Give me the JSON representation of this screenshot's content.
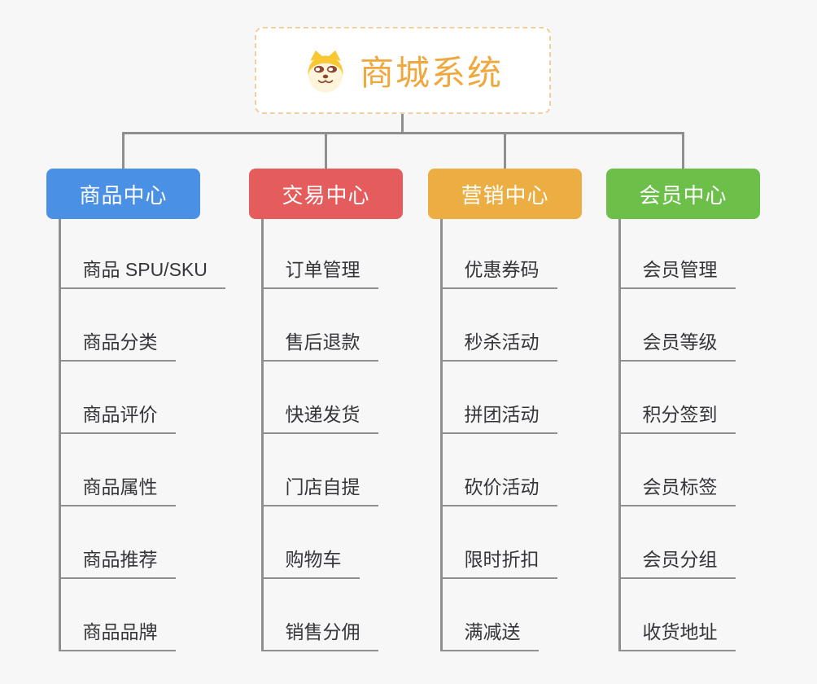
{
  "root": {
    "title": "商城系统",
    "icon": "shiba-dog-icon"
  },
  "branches": [
    {
      "label": "商品中心",
      "color": "#4a90e5",
      "items": [
        "商品 SPU/SKU",
        "商品分类",
        "商品评价",
        "商品属性",
        "商品推荐",
        "商品品牌"
      ]
    },
    {
      "label": "交易中心",
      "color": "#e45c5c",
      "items": [
        "订单管理",
        "售后退款",
        "快递发货",
        "门店自提",
        "购物车",
        "销售分佣"
      ]
    },
    {
      "label": "营销中心",
      "color": "#ecae43",
      "items": [
        "优惠券码",
        "秒杀活动",
        "拼团活动",
        "砍价活动",
        "限时折扣",
        "满减送"
      ]
    },
    {
      "label": "会员中心",
      "color": "#6cbf48",
      "items": [
        "会员管理",
        "会员等级",
        "积分签到",
        "会员标签",
        "会员分组",
        "收货地址"
      ]
    }
  ],
  "colors": {
    "background": "#f7f7f7",
    "connector": "#8f8f8f",
    "leaf_text": "#35353a",
    "root_title": "#efa73e",
    "root_border": "#f2cf9f"
  }
}
